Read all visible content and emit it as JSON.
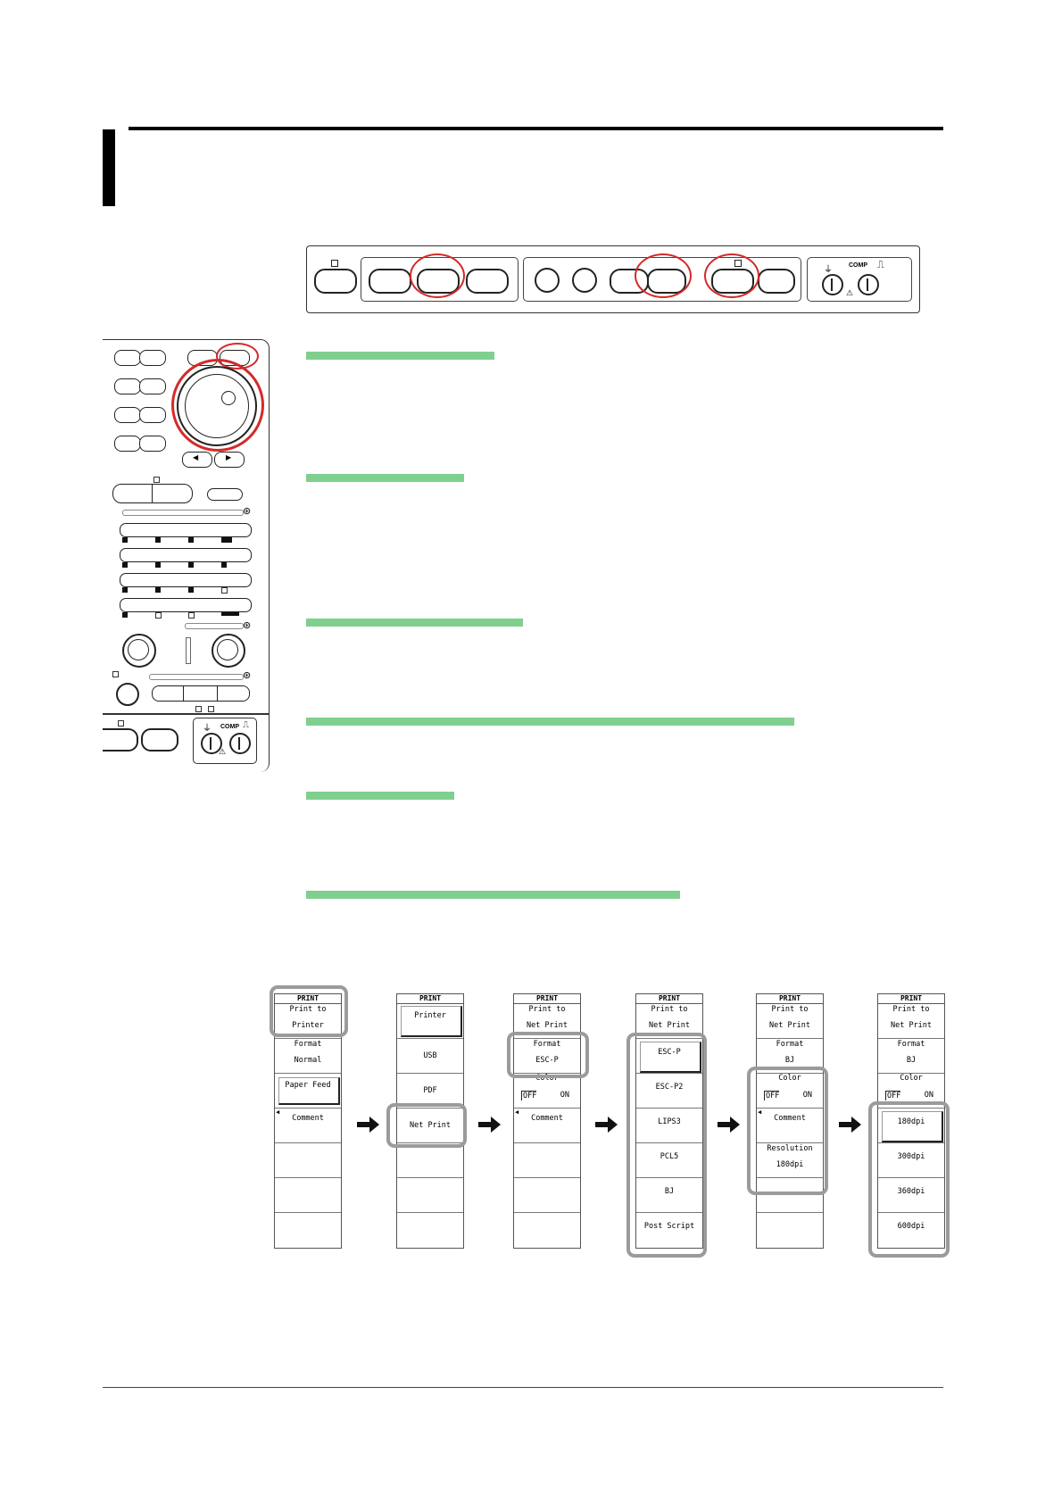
{
  "panel": {
    "comp_label": "COMP"
  },
  "menus": [
    {
      "title": "PRINT",
      "items": [
        {
          "label": "Print to",
          "value": "Printer"
        },
        {
          "label": "Format",
          "value": "Normal"
        },
        {
          "label": "Paper Feed"
        },
        {
          "label": "Comment"
        }
      ]
    },
    {
      "title": "PRINT",
      "items": [
        {
          "label": "Printer"
        },
        {
          "label": "USB"
        },
        {
          "label": "PDF"
        },
        {
          "label": "Net Print"
        }
      ]
    },
    {
      "title": "PRINT",
      "items": [
        {
          "label": "Print to",
          "value": "Net Print"
        },
        {
          "label": "Format",
          "value": "ESC-P"
        },
        {
          "label": "Color",
          "off": "OFF",
          "on": "ON"
        },
        {
          "label": "Comment"
        }
      ]
    },
    {
      "title": "PRINT",
      "items": [
        {
          "label": "Print to",
          "value": "Net Print"
        },
        {
          "label": "ESC-P"
        },
        {
          "label": "ESC-P2"
        },
        {
          "label": "LIPS3"
        },
        {
          "label": "PCL5"
        },
        {
          "label": "BJ"
        },
        {
          "label": "Post Script"
        }
      ]
    },
    {
      "title": "PRINT",
      "items": [
        {
          "label": "Print to",
          "value": "Net Print"
        },
        {
          "label": "Format",
          "value": "BJ"
        },
        {
          "label": "Color",
          "off": "OFF",
          "on": "ON"
        },
        {
          "label": "Comment"
        },
        {
          "label": "Resolution",
          "value": "180dpi"
        }
      ]
    },
    {
      "title": "PRINT",
      "items": [
        {
          "label": "Print to",
          "value": "Net Print"
        },
        {
          "label": "Format",
          "value": "BJ"
        },
        {
          "label": "Color",
          "off": "OFF",
          "on": "ON"
        },
        {
          "label": "180dpi"
        },
        {
          "label": "300dpi"
        },
        {
          "label": "360dpi"
        },
        {
          "label": "600dpi"
        }
      ]
    }
  ]
}
